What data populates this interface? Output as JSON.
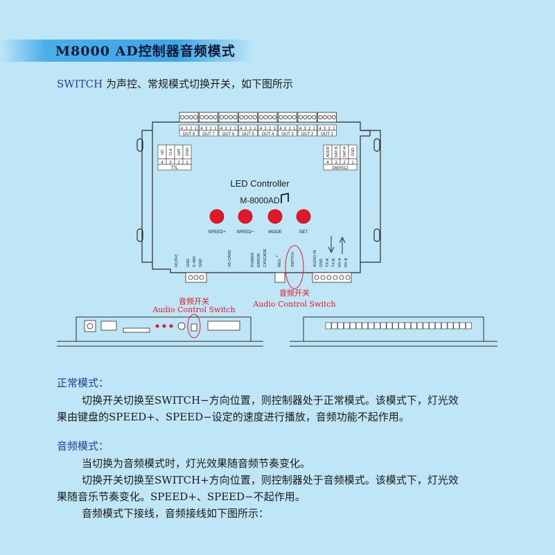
{
  "title": "M8000 AD控制器音频模式",
  "intro": {
    "keyword": "SWITCH",
    "text": " 为声控、常规模式切换开关，如下图所示"
  },
  "watermark": [
    "深",
    "圳",
    "市",
    "兆",
    "千",
    "科",
    "技",
    "有",
    "限",
    "公",
    "司"
  ],
  "device": {
    "out_labels": [
      "OUT 8",
      "OUT 7",
      "OUT 6",
      "OUT 5",
      "OUT 4",
      "OUT 3",
      "OUT 2",
      "OUT 1"
    ],
    "pin_numbers": [
      "4",
      "3",
      "2",
      "1"
    ],
    "ttl_pins": [
      "NC",
      "CLK",
      "DAT",
      "GND"
    ],
    "ttl_label": "TTL",
    "dmx_pins": [
      "ADDR",
      "DAT-B",
      "DAT-A",
      "GND"
    ],
    "dmx_label": "DMX512",
    "name": "LED Controller",
    "model": "M-8000AD",
    "buttons": [
      "SPEED+",
      "SPEED−",
      "MODE",
      "SET"
    ],
    "bottom_labels": [
      "DC(5V)",
      "GND",
      "5~40V",
      "GND",
      "SD CARD",
      "POWER",
      "ERROR",
      "CASCADE",
      "+",
      "REG",
      "-",
      "SWITCH",
      "AUDIO IN",
      "GND",
      "TX-A",
      "TX-B",
      "RX-A",
      "RX-B"
    ],
    "plus_minus": [
      "+",
      "-"
    ],
    "switch_label_cn": "音频开关",
    "switch_label_en": "Audio Control Switch"
  },
  "normal": {
    "heading": "正常模式：",
    "lines": [
      "切换开关切换至SWITCH−方向位置，则控制器处于正常模式。该模式下，灯光效",
      "果由键盘的SPEED+、SPEED−设定的速度进行播放，音频功能不起作用。"
    ]
  },
  "audio": {
    "heading": "音频模式：",
    "lines": [
      "当切换为音频模式时，灯光效果随音频节奏变化。",
      "切换开关切换至SWITCH+方向位置，则控制器处于音频模式。该模式下，灯光效",
      "果随音乐节奏变化。SPEED+、SPEED−不起作用。",
      "音频模式下接线，音频接线如下图所示："
    ]
  },
  "colors": {
    "accent": "#3fa6e6",
    "heading": "#2a3aa8",
    "button_red": "#e0182a"
  }
}
